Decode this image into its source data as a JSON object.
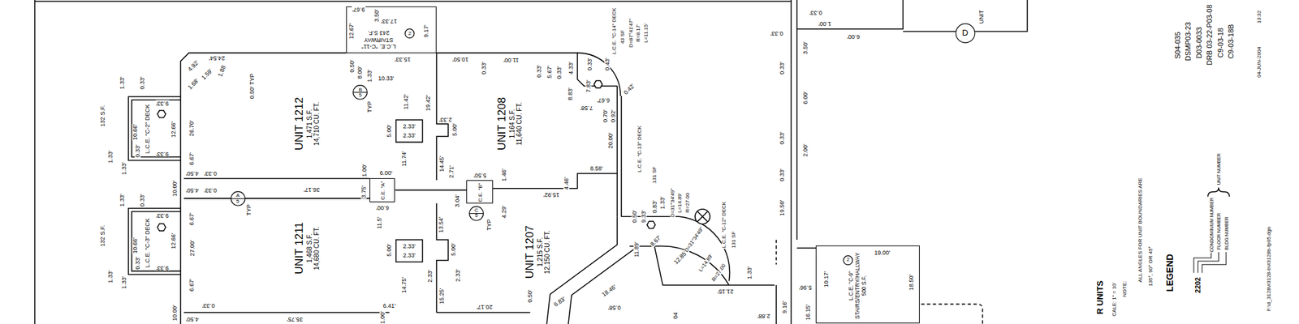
{
  "diagram": {
    "nodes": [
      {
        "text": [
          "L.C.E. \"C-11\"",
          "STAIRWAY",
          "243 S.F."
        ]
      },
      {
        "text": [
          "2"
        ],
        "in": 0
      },
      {
        "text": [
          "UNIT 1212",
          "1,471 S.F.",
          "14,710 CU. FT."
        ]
      },
      {
        "text": [
          "UNIT 1208",
          "1,164 S.F.",
          "11,640 CU. FT."
        ]
      },
      {
        "text": [
          "UNIT 1211",
          "1,468 S.F.",
          "14,680 CU. FT."
        ]
      },
      {
        "text": [
          "UNIT 1207",
          "1,215 S.F.",
          "12,150 CU. FT."
        ]
      },
      {
        "text": [
          "B",
          "5"
        ]
      },
      {
        "text": [
          "A",
          "5"
        ]
      },
      {
        "text": [
          "C.E. \"A\""
        ]
      },
      {
        "text": [
          "C.E. \"B\""
        ]
      },
      {
        "text": [
          "C",
          "5"
        ]
      },
      {
        "text": [
          "L.C.E. \"C-9\"",
          "STAIRS/ENTRY/HALLWAY",
          "500 S.F."
        ]
      },
      {
        "text": [
          "2"
        ],
        "in": 11
      },
      {
        "text": [
          "D"
        ]
      }
    ],
    "labels": [
      "9.67'",
      "3.50'",
      "17.33'",
      "12.67'",
      "9.17'",
      "24.54'",
      "15.33'",
      "10.50'",
      "11.00'",
      "0.50'",
      "8.00'",
      "1.33'",
      "0.50' TYP",
      "0.33'",
      "4.92'",
      "1.59'",
      "1.68'",
      "1.88",
      "132 S.F.",
      "1.33'",
      "0.33'",
      "9.33'",
      "10.66'",
      "L.C.E. \"C-2\" DECK",
      "12.66'",
      "9.33'",
      "0.33'",
      "1.33'",
      "1.33'",
      "26.70'",
      "6.67'",
      "4.50'",
      "0.33'",
      "10.00'",
      "4.50'",
      "0.33'",
      "6.67'",
      "27.00'",
      "6.67'",
      "0.33'",
      "4.50'",
      "10.00'",
      "132 S.F.",
      "1.33'",
      "0.33'",
      "9.33'",
      "10.66'",
      "L.C.E. \"C-3\" DECK",
      "12.66'",
      "9.33'",
      "0.33'",
      "1.33'",
      "1.33'",
      "10.33'",
      "11.42'",
      "5.00'",
      "2.33'",
      "2.33'",
      "11.74'",
      "36.17'",
      "6.00'",
      "1.00'",
      "3.75'",
      "6.00'",
      "11.5'",
      "5.00'",
      "2.33'",
      "2.33'",
      "14.75'",
      "6.41'",
      "1.00'",
      "35.75'",
      "TYP",
      "TYP",
      "19.42'",
      "2.33'",
      "5.00'",
      "14.45'",
      "2.71'",
      "5.50'",
      "1.46'",
      "3.04'",
      "4.29'",
      "TYP",
      "15.92'",
      "13.54'",
      "5.00'",
      "2.33'",
      "2.33'",
      "15.25'",
      "0.50'",
      "20.17'",
      "6.83'",
      "0.58'",
      "8.58'",
      "4.46'",
      "18.46'",
      "0.33'",
      "5.67'",
      "0.33'",
      "4.33'",
      "8.83'",
      "7.83'",
      "7.58'",
      "6.67'",
      "0.33'",
      "0.43'",
      "L.C.E. \"C-14\" DECK",
      "43 SF",
      "D=87°41'47\"",
      "R=8.17'",
      "L=11.15'",
      "0.42'",
      "0.70'",
      "0.92'",
      "20.00'",
      "L.C.E. \"C-13\" DECK",
      "131 SF",
      "D=31°34'49\"",
      "L=14.89'",
      "R=27.00",
      "0.50'",
      "9.33'",
      "0.83'",
      "1.33'",
      "11.89'",
      "8.67'",
      "12.85'",
      "D=31°34'49\"",
      "L=14.89'",
      "R=27.00",
      "L.C.E. \"C-12\" DECK",
      "131 SF",
      "21.15'",
      "1.33'",
      "04",
      "0.33'",
      "0.33'",
      "1.00'",
      "6.00'",
      "3.50'",
      "0.33'",
      "6.00'",
      "0.33'",
      "2.00'",
      "0.33'",
      "19.50'",
      "19.00'",
      "10.17'",
      "18.50'",
      "5.96'",
      "9.16'",
      "16.15'",
      "2.88'",
      "UNIT",
      "R UNITS",
      "CALE: 1\" = 10'",
      "NOTE:",
      "ALL ANGLES FOR UNIT BOUNDARIES ARE",
      "135°, 90° OR 45°",
      "LEGEND",
      "2202",
      "CONDOMINIUM NUMBER",
      "FLOOR NUMBER",
      "BLDG NUMBER",
      "UNIT NUMBER",
      "S04-035",
      "DSMP03-23",
      "D03-0033",
      "DRB 03-22-P03-08",
      "C9-03-18",
      "C9-03-18B",
      "04-JUN-2004",
      "13:32",
      "F:\\d_3128\\#3128-b\\#3128b-fp05.dgn"
    ]
  }
}
